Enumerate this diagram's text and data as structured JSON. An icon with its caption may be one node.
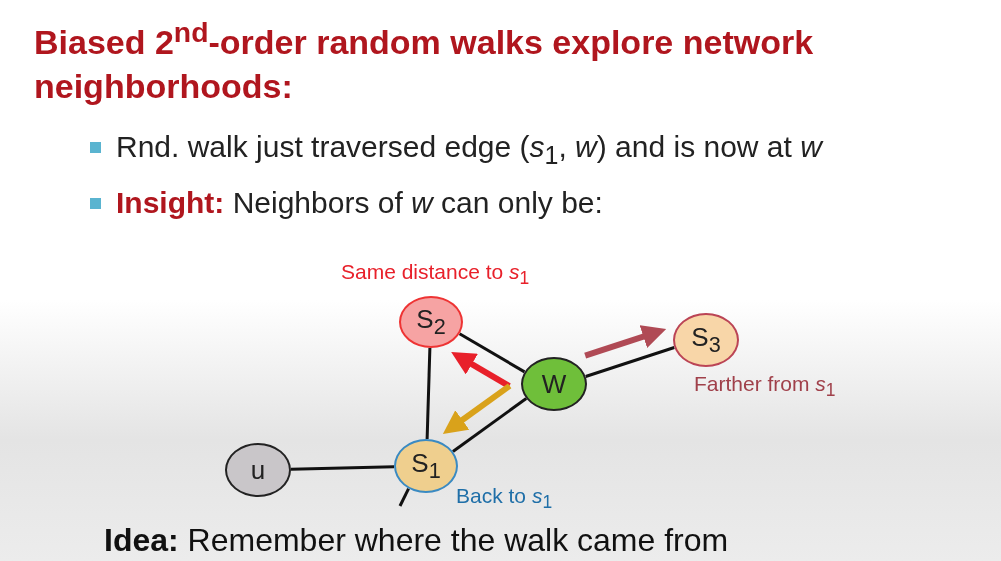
{
  "diagram": {
    "title": "Biased 2$^{nd}$-order random walks explore network neighborhoods:",
    "nodes": [
      {
        "text": [
          "S$_{2}$"
        ],
        "beside": [
          "Same distance to *s*$_{1}$"
        ]
      },
      {
        "text": [
          "S$_{3}$"
        ],
        "beside": [
          "Farther from *s*$_{1}$"
        ]
      },
      {
        "text": [
          "W"
        ]
      },
      {
        "text": [
          "u"
        ]
      },
      {
        "text": [
          "S$_{1}$"
        ],
        "beside": [
          "Back to *s*$_{1}$"
        ]
      }
    ],
    "edges": [
      {
        "from": 0,
        "to": 2,
        "arrow": "none"
      },
      {
        "from": 0,
        "to": 4,
        "arrow": "none"
      },
      {
        "from": 2,
        "to": 1,
        "arrow": "none"
      },
      {
        "from": 2,
        "to": 4,
        "arrow": "none"
      },
      {
        "from": 3,
        "to": 4,
        "arrow": "none"
      },
      {
        "from": 4,
        "to": null,
        "arrow": "none"
      },
      {
        "from": 2,
        "to": 0,
        "arrow": "to",
        "style": "thick",
        "color": "#e8202a"
      },
      {
        "from": 2,
        "to": 4,
        "arrow": "to",
        "style": "thick",
        "color": "#d9a21b"
      },
      {
        "from": 2,
        "to": 1,
        "arrow": "to",
        "style": "thick",
        "color": "#b04a55"
      }
    ],
    "labels": [
      "Rnd. walk just traversed edge (*s*$_{1}$, *w*) and is now at *w*",
      "**Insight:** Neighbors of *w* can only be:",
      "**Idea:** Remember where the walk came from"
    ]
  }
}
